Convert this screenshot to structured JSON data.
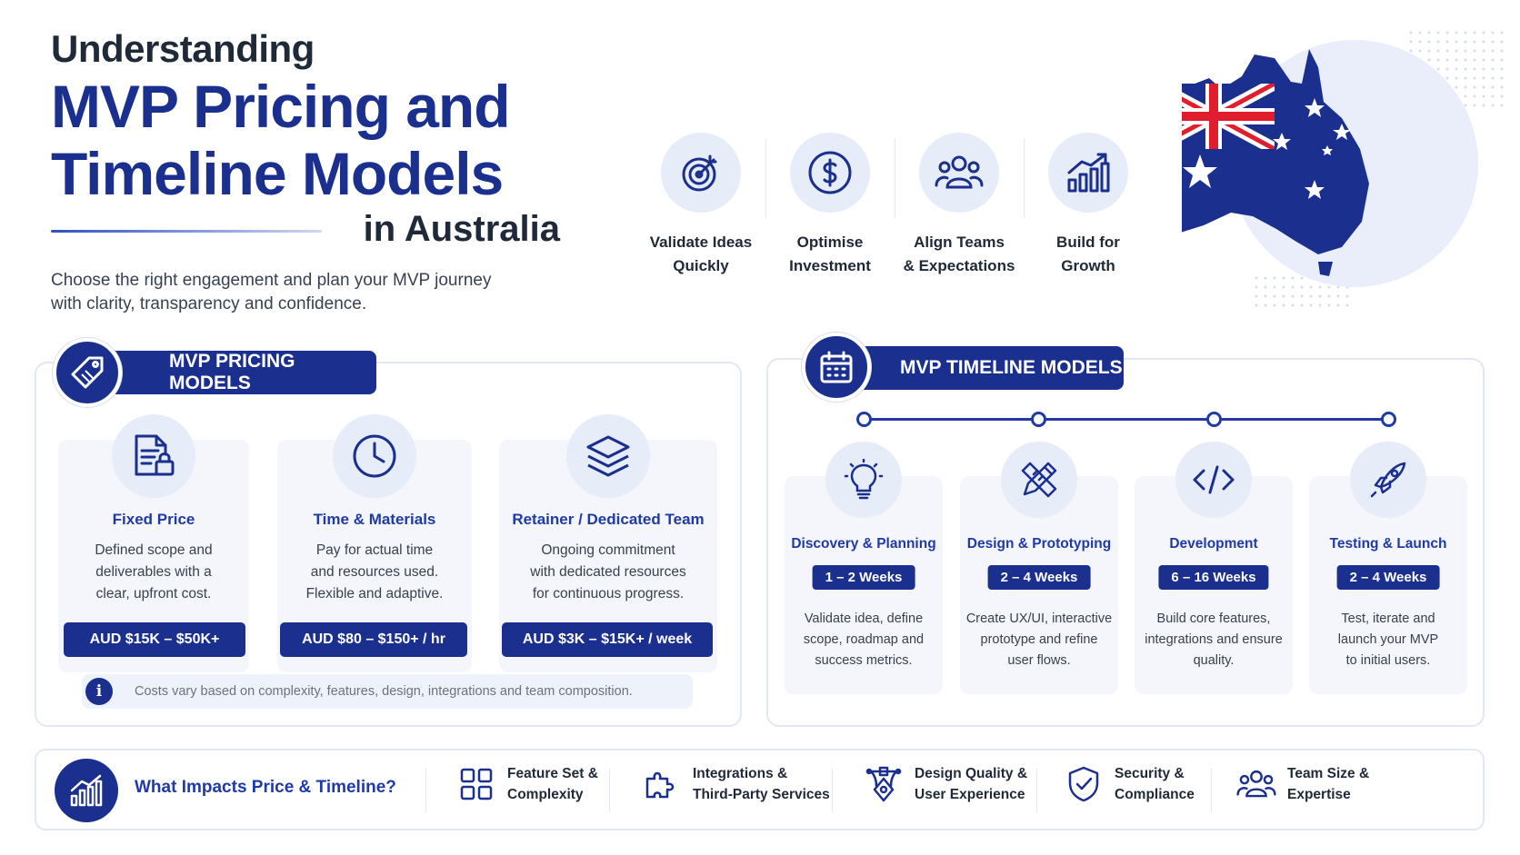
{
  "header": {
    "line1": "Understanding",
    "line2a": "MVP Pricing and",
    "line2b": "Timeline Models",
    "line3": "in Australia",
    "subtitle": "Choose the right engagement and plan your MVP journey with clarity, transparency and confidence."
  },
  "benefits": [
    {
      "label": "Validate Ideas\nQuickly",
      "icon": "target-icon"
    },
    {
      "label": "Optimise\nInvestment",
      "icon": "dollar-icon"
    },
    {
      "label": "Align Teams\n& Expectations",
      "icon": "team-icon"
    },
    {
      "label": "Build for\nGrowth",
      "icon": "growth-chart-icon"
    }
  ],
  "pricing": {
    "title": "MVP PRICING MODELS",
    "models": [
      {
        "name": "Fixed Price",
        "desc": "Defined scope and\ndeliverables with a\nclear, upfront cost.",
        "price": "AUD $15K – $50K+",
        "icon": "document-lock-icon"
      },
      {
        "name": "Time & Materials",
        "desc": "Pay for actual time\nand resources used.\nFlexible and adaptive.",
        "price": "AUD $80 – $150+ / hr",
        "icon": "clock-icon"
      },
      {
        "name": "Retainer / Dedicated Team",
        "desc": "Ongoing commitment\nwith dedicated resources\nfor continuous progress.",
        "price": "AUD $3K – $15K+ / week",
        "icon": "layers-icon"
      }
    ],
    "note": "Costs vary based on complexity, features, design, integrations and team composition."
  },
  "timeline": {
    "title": "MVP TIMELINE MODELS",
    "phases": [
      {
        "name": "Discovery & Planning",
        "duration": "1 – 2 Weeks",
        "desc": "Validate idea, define\nscope, roadmap and\nsuccess metrics.",
        "icon": "lightbulb-icon"
      },
      {
        "name": "Design & Prototyping",
        "duration": "2 – 4 Weeks",
        "desc": "Create UX/UI, interactive\nprototype and refine\nuser flows.",
        "icon": "pencil-ruler-icon"
      },
      {
        "name": "Development",
        "duration": "6 – 16 Weeks",
        "desc": "Build core features,\nintegrations and ensure\nquality.",
        "icon": "code-icon"
      },
      {
        "name": "Testing & Launch",
        "duration": "2 – 4 Weeks",
        "desc": "Test, iterate and\nlaunch your MVP\nto initial users.",
        "icon": "rocket-icon"
      }
    ]
  },
  "impacts": {
    "title": "What Impacts Price & Timeline?",
    "factors": [
      {
        "label": "Feature Set &\nComplexity",
        "icon": "grid-icon"
      },
      {
        "label": "Integrations &\nThird-Party Services",
        "icon": "puzzle-icon"
      },
      {
        "label": "Design Quality &\nUser Experience",
        "icon": "pen-tool-icon"
      },
      {
        "label": "Security &\nCompliance",
        "icon": "shield-check-icon"
      },
      {
        "label": "Team Size &\nExpertise",
        "icon": "team-icon"
      }
    ]
  },
  "colors": {
    "navy": "#1b2f8f",
    "accent": "#1f3aa6",
    "light": "#eef2fb",
    "flag_red": "#e11d2e"
  }
}
